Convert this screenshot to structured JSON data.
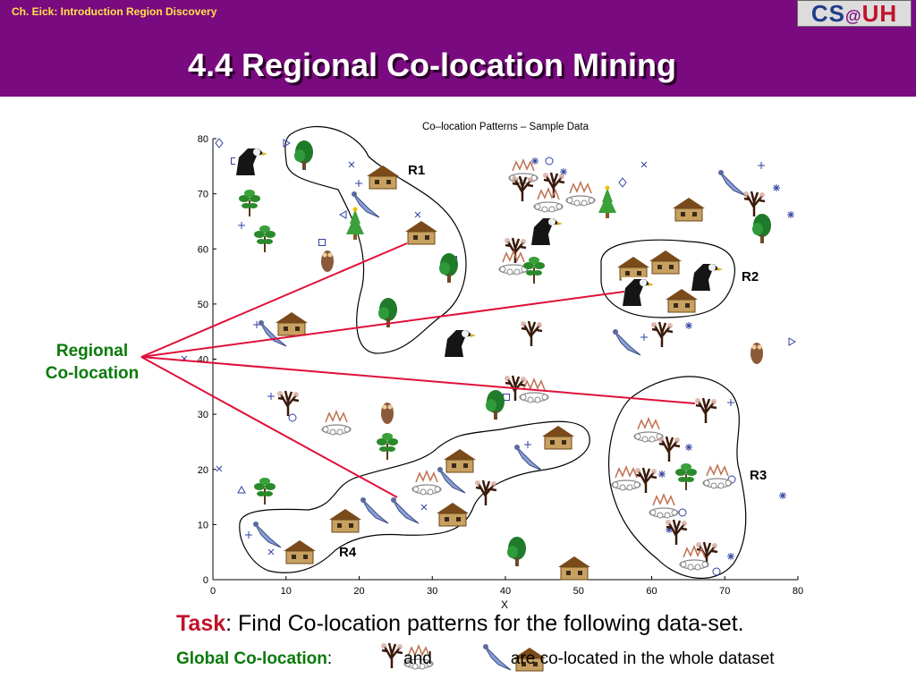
{
  "header": {
    "source_text": "Ch. Eick: Introduction Region Discovery",
    "logo": {
      "cs": "CS",
      "at": "@",
      "uh": "UH"
    },
    "title": "4.4 Regional Co-location Mining",
    "bg_color": "#7a0a7f",
    "title_color": "#ffffff",
    "source_color": "#ffe34a"
  },
  "plot": {
    "title": "Co–location Patterns – Sample Data",
    "xlabel": "X",
    "x_ticks": [
      "0",
      "10",
      "20",
      "30",
      "40",
      "50",
      "60",
      "70",
      "80"
    ],
    "y_ticks": [
      "0",
      "10",
      "20",
      "30",
      "40",
      "50",
      "60",
      "70",
      "80"
    ],
    "xlim": [
      0,
      80
    ],
    "ylim": [
      0,
      80
    ],
    "regions": [
      "R1",
      "R2",
      "R3",
      "R4"
    ],
    "marker_color": "#3040a0",
    "line_color": "#e0103a"
  },
  "annotation": {
    "line1": "Regional",
    "line2": "Co-location",
    "color": "#0a7a0a"
  },
  "task": {
    "keyword": "Task",
    "text": ": Find Co-location patterns for the following data-set."
  },
  "global": {
    "keyword": "Global Co-location",
    "colon": ":",
    "and": "and",
    "rest": "are co-located in the whole dataset"
  }
}
